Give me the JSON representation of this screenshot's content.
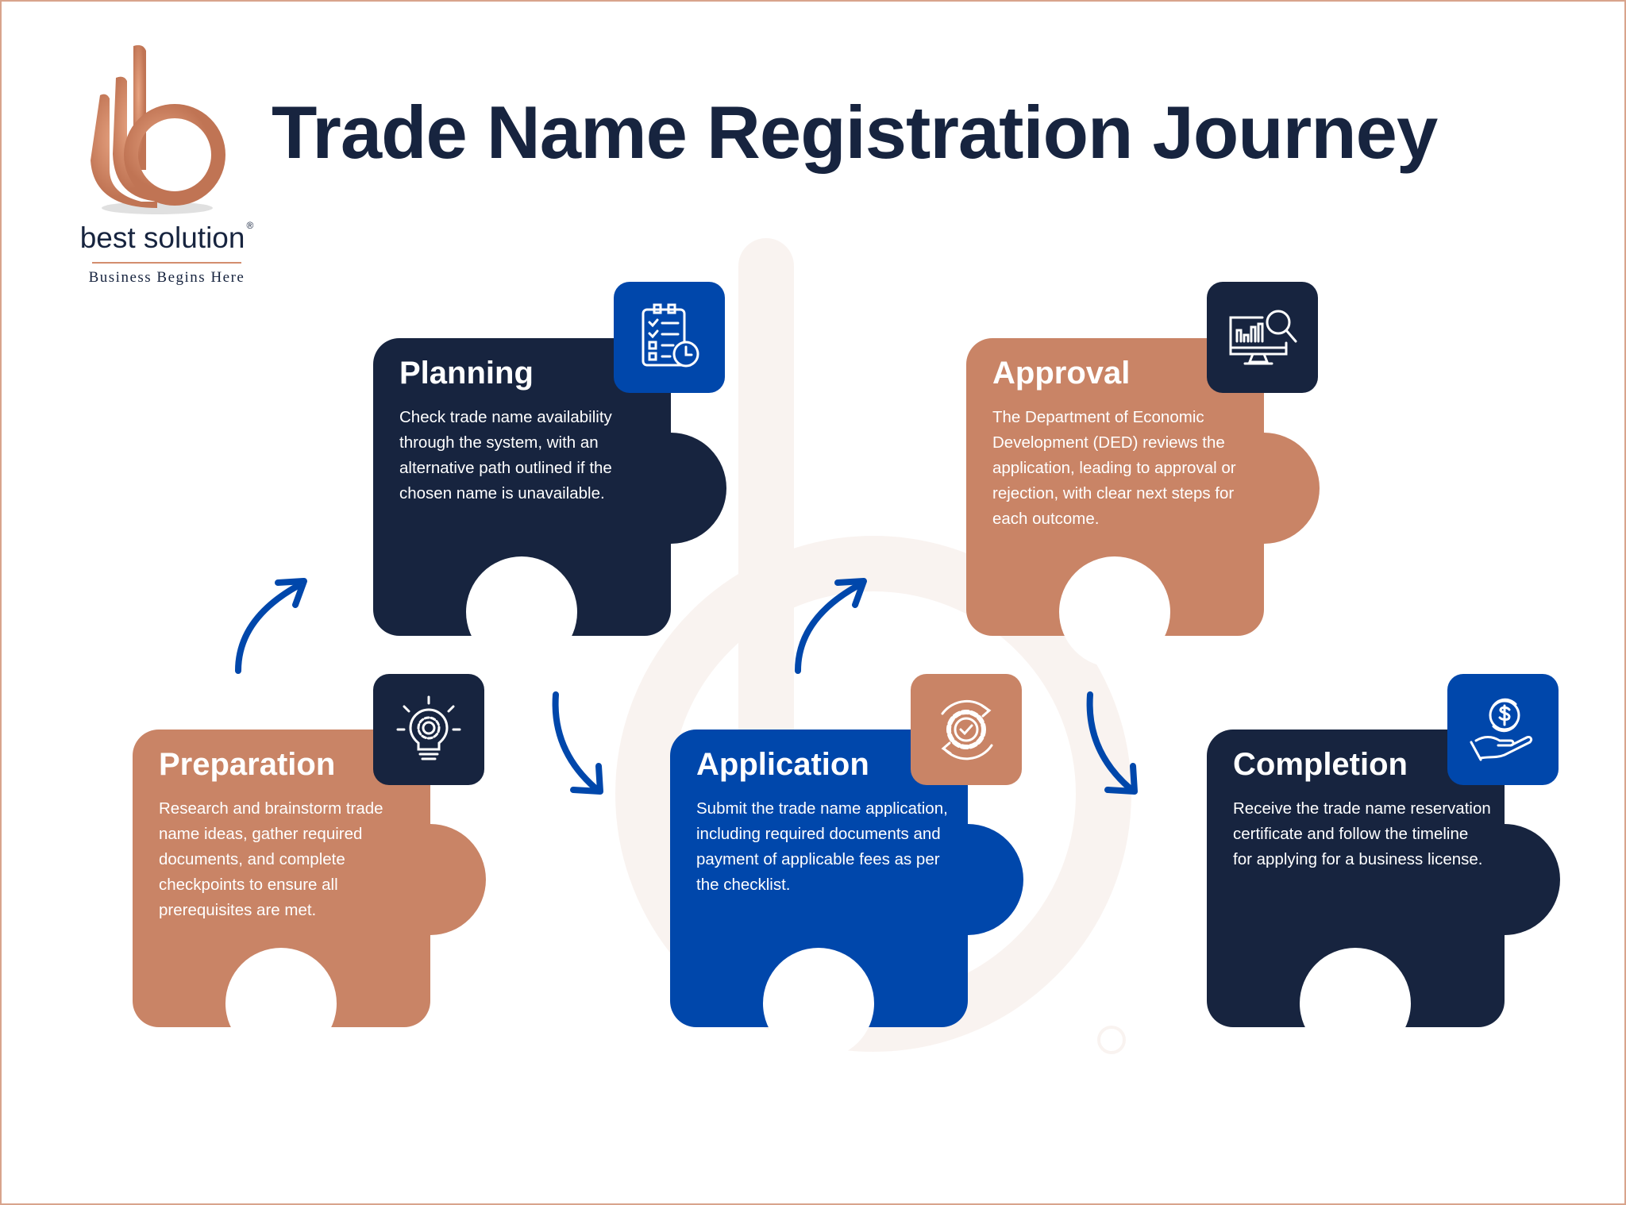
{
  "header": {
    "title": "Trade Name Registration Journey"
  },
  "logo": {
    "name": "best solution",
    "registered": "®",
    "tagline": "Business Begins Here"
  },
  "colors": {
    "navy": "#17243f",
    "tan": "#c98466",
    "blue": "#0047ab"
  },
  "steps": [
    {
      "title": "Preparation",
      "text": "Research and brainstorm trade name ideas, gather required documents, and complete checkpoints to ensure all prerequisites are met.",
      "icon": "lightbulb-gear-icon"
    },
    {
      "title": "Planning",
      "text": "Check trade name availability through the system, with an alternative path outlined if the chosen name is unavailable.",
      "icon": "checklist-clock-icon"
    },
    {
      "title": "Application",
      "text": "Submit the trade name application, including required documents and payment of applicable fees as per the checklist.",
      "icon": "gear-check-cycle-icon"
    },
    {
      "title": "Approval",
      "text": "The Department of Economic Development (DED) reviews the application, leading to approval or rejection, with clear next steps for each outcome.",
      "icon": "monitor-analytics-search-icon"
    },
    {
      "title": "Completion",
      "text": "Receive the trade name reservation certificate and follow the timeline for applying for a business license.",
      "icon": "hand-dollar-icon"
    }
  ]
}
